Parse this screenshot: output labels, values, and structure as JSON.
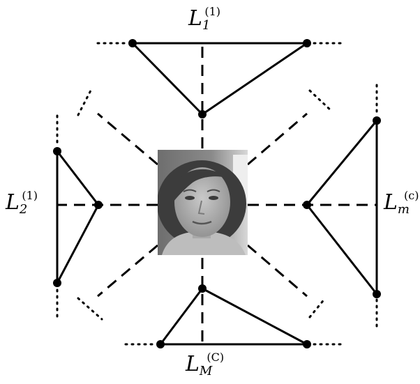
{
  "labels": {
    "top": {
      "letter": "L",
      "sub": "1",
      "sup": "(1)"
    },
    "left": {
      "letter": "L",
      "sub": "2",
      "sup": "(1)"
    },
    "right": {
      "letter": "L",
      "sub": "m",
      "sup": "(c)"
    },
    "bottom": {
      "letter": "L",
      "sub": "M",
      "sup": "(C)"
    }
  },
  "center_image": {
    "description_icon": "face-photo-icon"
  },
  "colors": {
    "stroke": "#000000",
    "background": "#ffffff",
    "photo_bg": "#9a9a9a"
  }
}
